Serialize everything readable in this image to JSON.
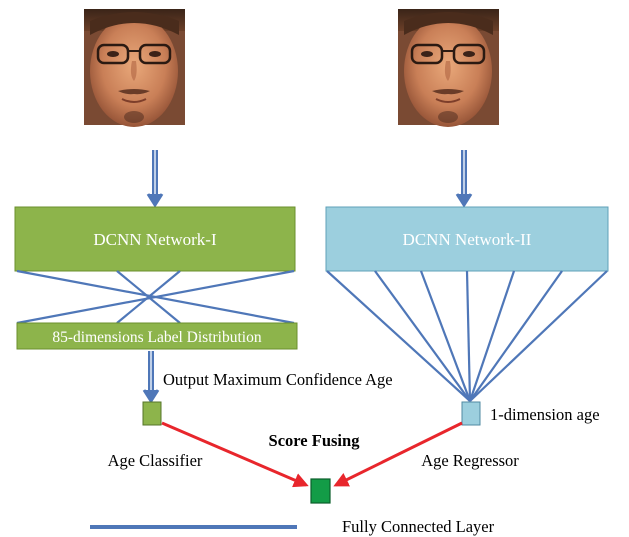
{
  "network_left": {
    "label": "DCNN Network-I",
    "fill": "#8db44b",
    "stroke": "#6b8f2e"
  },
  "network_right": {
    "label": "DCNN Network-II",
    "fill": "#9ccfde",
    "stroke": "#5fa0b8"
  },
  "label_distribution": {
    "label": "85-dimensions Label Distribution"
  },
  "output_caption": "Output Maximum Confidence Age",
  "classifier_label": "Age Classifier",
  "regressor_label": "Age Regressor",
  "regressor_output": "1-dimension age",
  "score_fusing": "Score Fusing",
  "legend": {
    "label": "Fully Connected Layer"
  },
  "colors": {
    "connection": "#4f77b8",
    "fusion_arrow": "#e8262c",
    "fused_node": "#139c47",
    "classifier_node": "#8db44b",
    "regressor_node": "#9ccfde"
  },
  "icons": {
    "input_left": "face-photo",
    "input_right": "face-photo"
  }
}
